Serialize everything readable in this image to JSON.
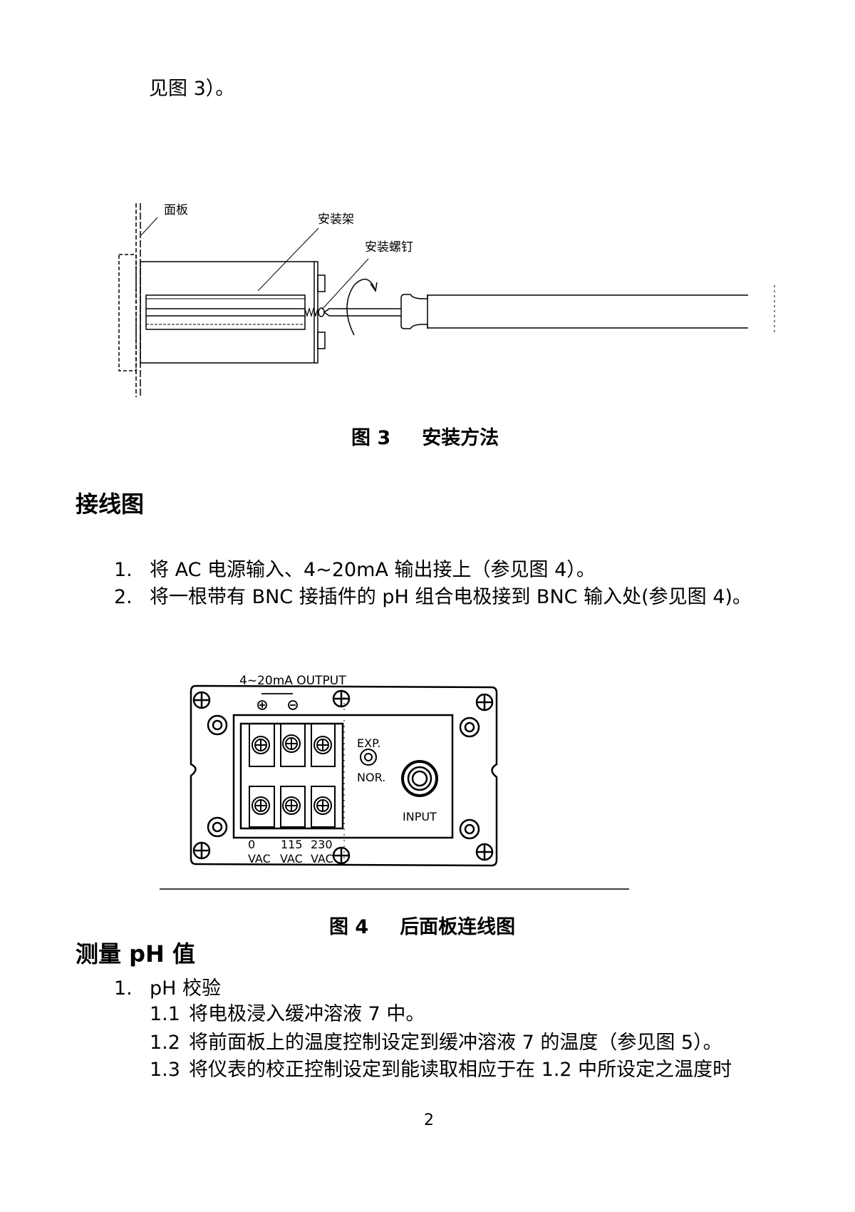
{
  "intro_tail": "见图 3）。",
  "figure3": {
    "caption_num": "图 3",
    "caption_title": "安装方法",
    "labels": {
      "panel": "面板",
      "bracket": "安装架",
      "screw": "安装螺钉"
    }
  },
  "section_wiring": {
    "heading": "接线图",
    "items": [
      {
        "num": "1.",
        "text": "将 AC 电源输入、4~20mA 输出接上（参见图 4）。"
      },
      {
        "num": "2.",
        "text": "将一根带有 BNC 接插件的 pH 组合电极接到 BNC 输入处(参见图 4)。"
      }
    ]
  },
  "figure4": {
    "caption_num": "图 4",
    "caption_title": "后面板连线图",
    "labels": {
      "output": "4~20mA OUTPUT",
      "plus": "+",
      "minus": "−",
      "exp": "EXP.",
      "nor": "NOR.",
      "input": "INPUT",
      "v0": "0",
      "v115": "115",
      "v230": "230",
      "vac": "VAC"
    }
  },
  "section_measure": {
    "heading": "测量 pH 值",
    "item": {
      "num": "1.",
      "text": "pH 校验"
    },
    "subitems": [
      {
        "num": "1.1",
        "text": "将电极浸入缓冲溶液 7 中。"
      },
      {
        "num": "1.2",
        "text": "将前面板上的温度控制设定到缓冲溶液 7 的温度（参见图 5）。"
      },
      {
        "num": "1.3",
        "text": "将仪表的校正控制设定到能读取相应于在 1.2 中所设定之温度时"
      }
    ]
  },
  "page_number": "2"
}
